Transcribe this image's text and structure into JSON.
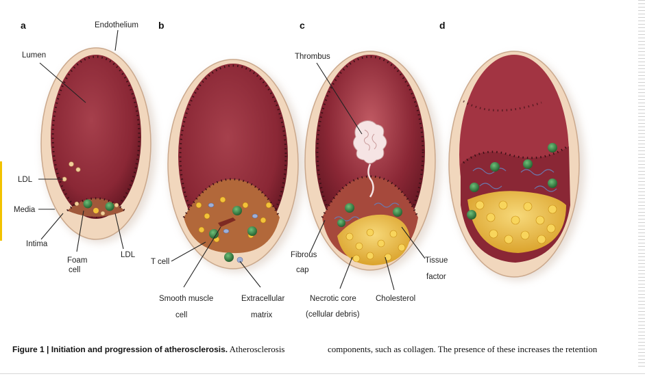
{
  "panels": [
    "a",
    "b",
    "c",
    "d"
  ],
  "labels": {
    "endothelium": "Endothelium",
    "lumen": "Lumen",
    "ldl_left": "LDL",
    "media": "Media",
    "intima": "Intima",
    "foam": "Foam",
    "cell": "cell",
    "ldl_bottom": "LDL",
    "t_cell": "T cell",
    "smooth_muscle": "Smooth muscle",
    "smooth_cell": "cell",
    "extracellular": "Extracellular",
    "matrix": "matrix",
    "thrombus": "Thrombus",
    "fibrous": "Fibrous",
    "cap": "cap",
    "necrotic_core": "Necrotic core",
    "cellular_debris": "(cellular debris)",
    "cholesterol": "Cholesterol",
    "tissue": "Tissue",
    "factor": "factor"
  },
  "caption": {
    "bold": "Figure 1 | Initiation and progression of atherosclerosis.",
    "text": " Atherosclerosis",
    "right": "components, such as collagen. The presence of these increases the retention"
  },
  "colors": {
    "vessel_wall": "#f1d7bd",
    "lumen": "#8e2a38",
    "endothelium_dots": "#3a1016",
    "lipid": "#f3c23a",
    "foam_cell": "#2f7a3a",
    "accent_left": "#f2c200"
  }
}
